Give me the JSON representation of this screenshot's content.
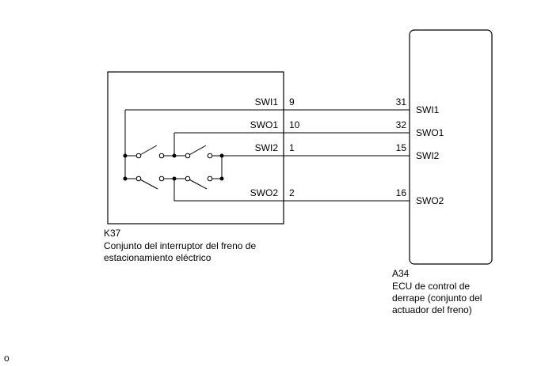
{
  "k37": {
    "code": "K37",
    "desc_line1": "Conjunto del interruptor del freno de",
    "desc_line2": "estacionamiento eléctrico",
    "pins": [
      {
        "name": "SWI1",
        "pin": "9"
      },
      {
        "name": "SWO1",
        "pin": "10"
      },
      {
        "name": "SWI2",
        "pin": "1"
      },
      {
        "name": "SWO2",
        "pin": "2"
      }
    ]
  },
  "a34": {
    "code": "A34",
    "desc_line1": "ECU de control de",
    "desc_line2": "derrape (conjunto del",
    "desc_line3": "actuador del freno)",
    "pins": [
      {
        "name": "SWI1",
        "pin": "31"
      },
      {
        "name": "SWO1",
        "pin": "32"
      },
      {
        "name": "SWI2",
        "pin": "15"
      },
      {
        "name": "SWO2",
        "pin": "16"
      }
    ]
  },
  "footnote": "o"
}
